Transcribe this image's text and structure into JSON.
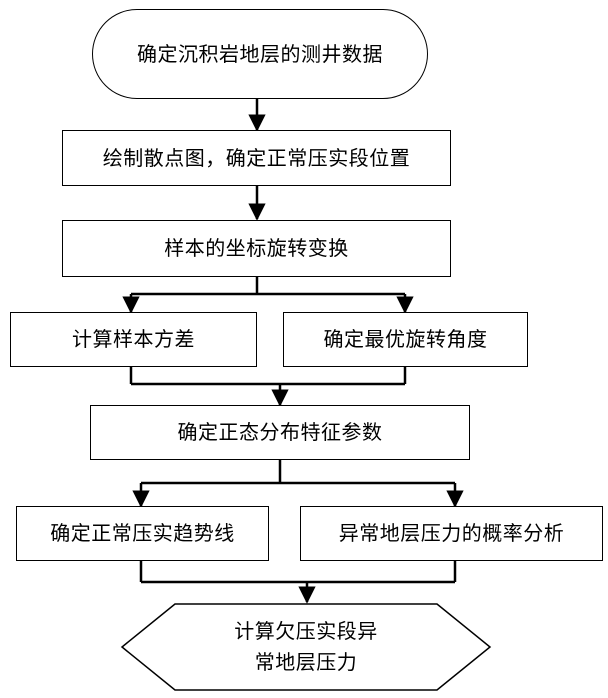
{
  "flowchart": {
    "start": "确定沉积岩地层的测井数据",
    "step1": "绘制散点图，确定正常压实段位置",
    "step2": "样本的坐标旋转变换",
    "step3_left": "计算样本方差",
    "step3_right": "确定最优旋转角度",
    "step4": "确定正态分布特征参数",
    "step5_left": "确定正常压实趋势线",
    "step5_right": "异常地层压力的概率分析",
    "end_line1": "计算欠压实段异",
    "end_line2": "常地层压力"
  }
}
